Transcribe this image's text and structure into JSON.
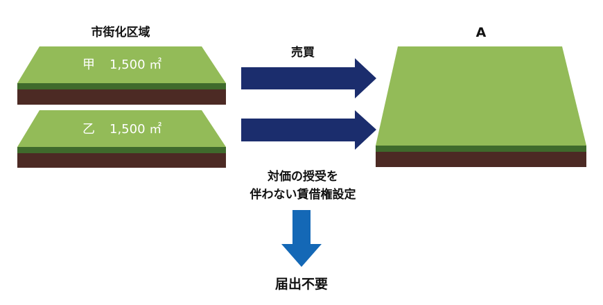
{
  "region_title": "市街化区域",
  "parcels": [
    {
      "name": "甲",
      "area": "1,500 ㎡"
    },
    {
      "name": "乙",
      "area": "1,500 ㎡"
    }
  ],
  "result_parcel": {
    "name": "A"
  },
  "transaction_label": "売買",
  "note_lines": [
    "対価の授受を",
    "伴わない賃借権設定"
  ],
  "conclusion": "届出不要",
  "colors": {
    "land_top": "#93bb58",
    "land_band": "#3f6a2c",
    "soil": "#4c2a24",
    "arrow_navy": "#1b2d6d",
    "arrow_blue": "#1468b6",
    "text": "#111111",
    "parcel_text": "#ffffff"
  }
}
